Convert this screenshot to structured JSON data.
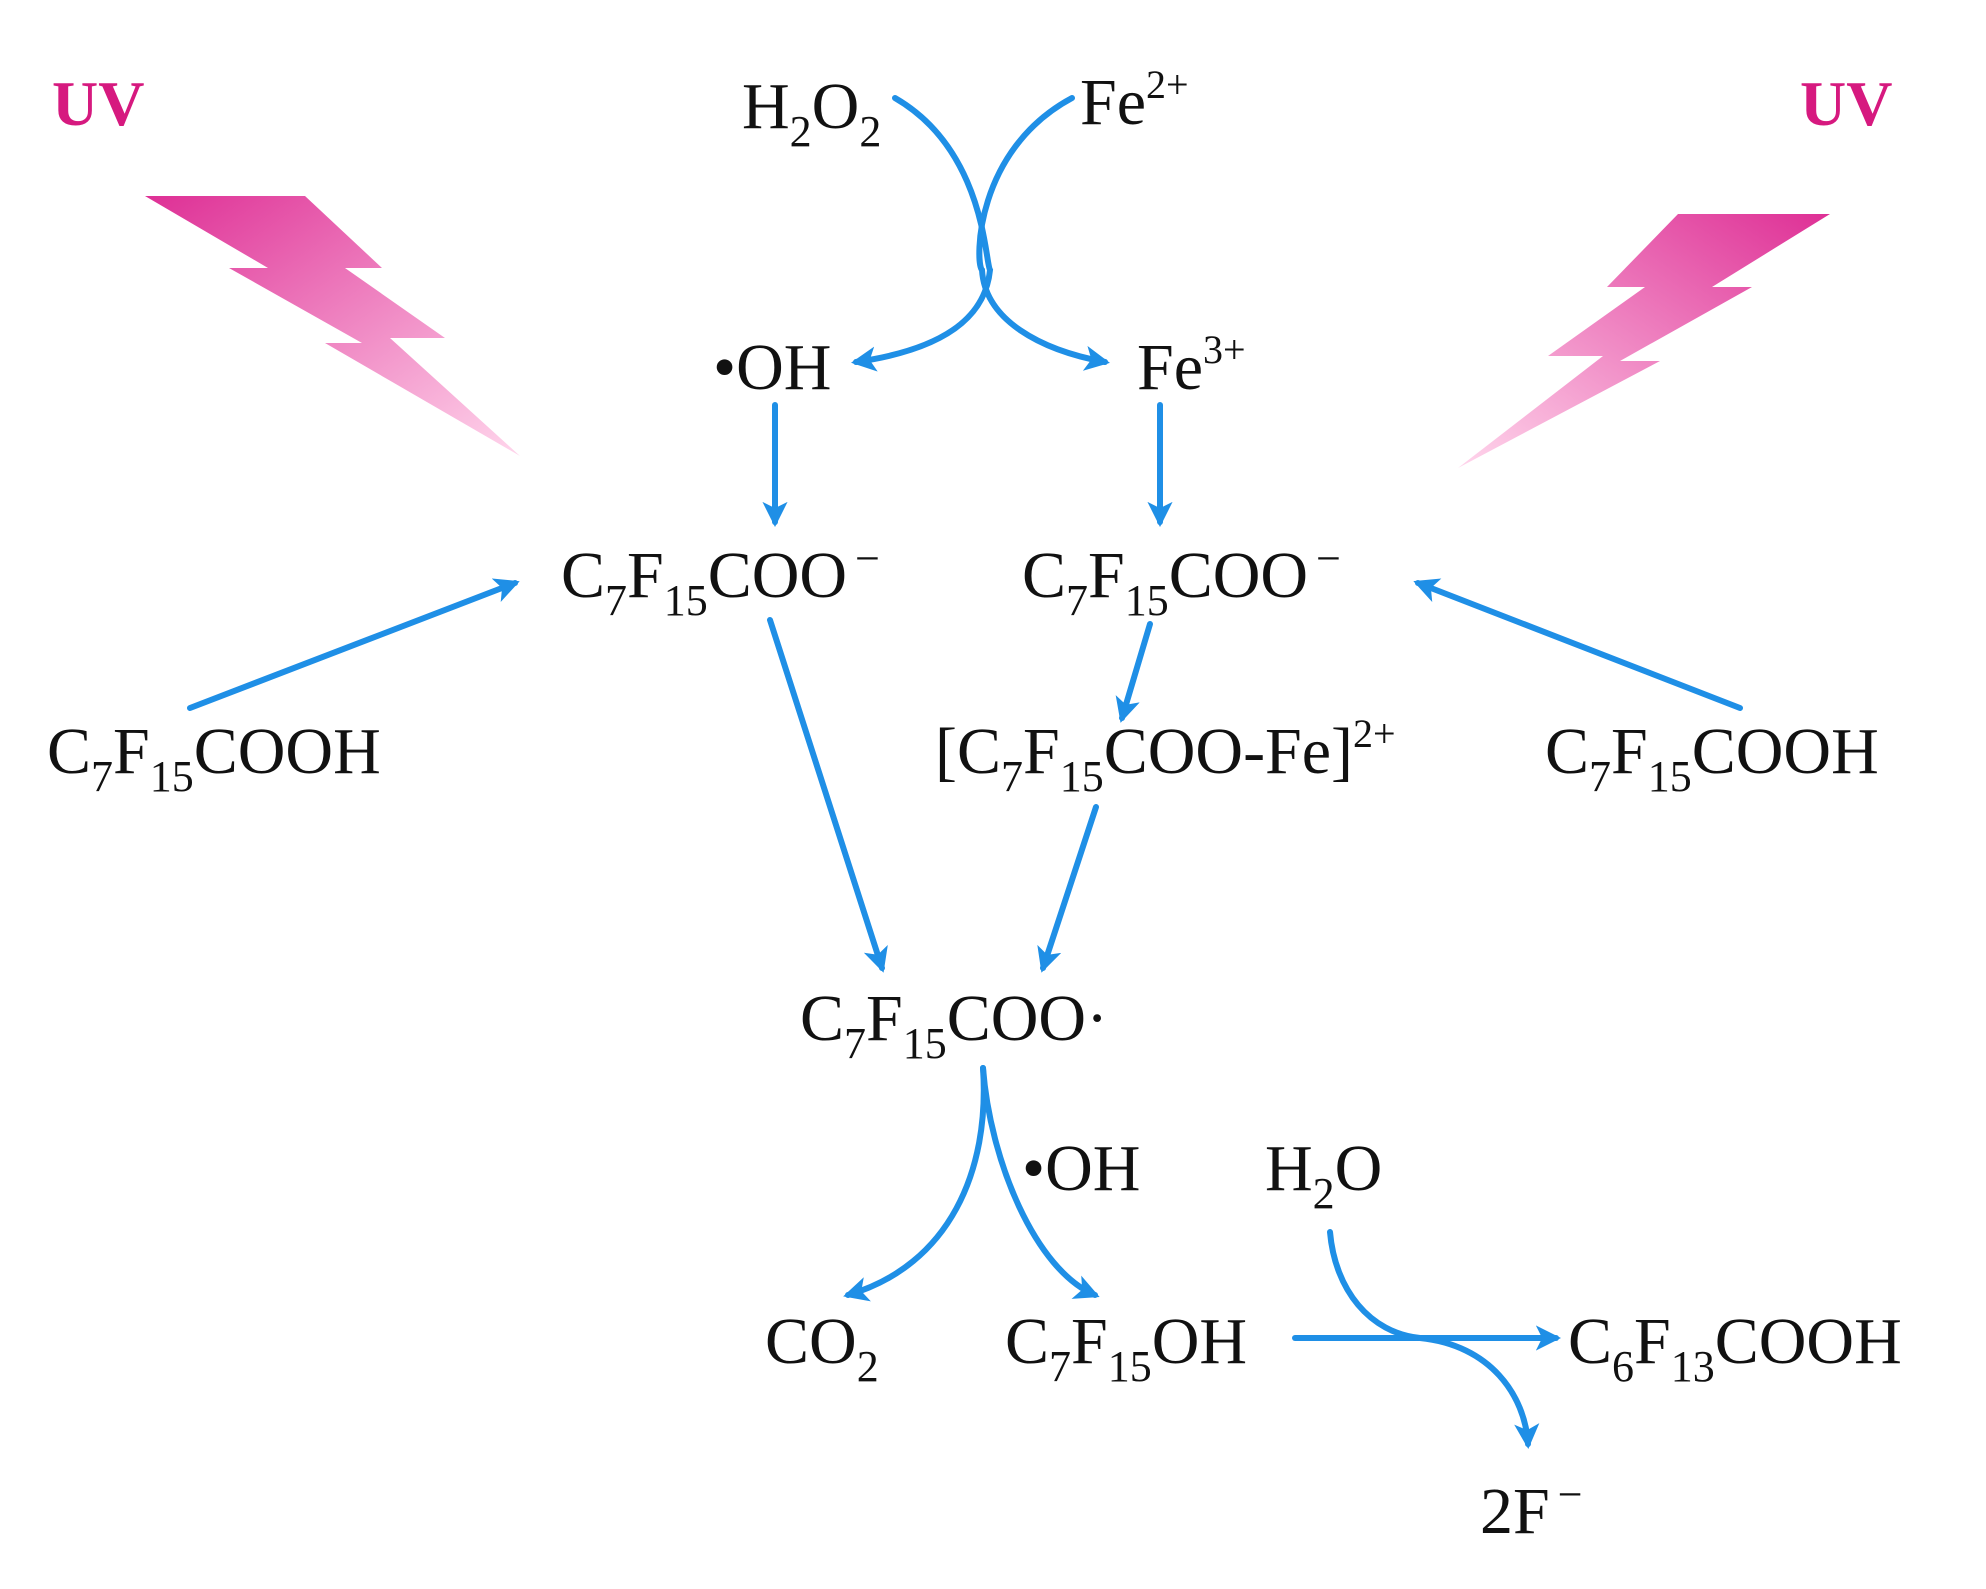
{
  "colors": {
    "arrow": "#1f8fe6",
    "uv": "#d6197f",
    "bolt_dark": "#de2f95",
    "bolt_light": "#ffd6ec"
  },
  "uv_labels": {
    "left": "UV",
    "right": "UV"
  },
  "icons": {
    "left_uv": "lightning-bolt-icon",
    "right_uv": "lightning-bolt-icon"
  },
  "species": {
    "h2o2": {
      "base": "H",
      "sub1": "2",
      "mid": "O",
      "sub2": "2"
    },
    "fe2": {
      "base": "Fe",
      "sup": "2+"
    },
    "oh_radical": {
      "text": "•OH"
    },
    "fe3": {
      "base": "Fe",
      "sup": "3+"
    },
    "anion_left": {
      "c": "C",
      "c_sub": "7",
      "f": "F",
      "f_sub": "15",
      "rest": "COO",
      "sup": "−"
    },
    "anion_right": {
      "c": "C",
      "c_sub": "7",
      "f": "F",
      "f_sub": "15",
      "rest": "COO",
      "sup": "−"
    },
    "acid_left": {
      "c": "C",
      "c_sub": "7",
      "f": "F",
      "f_sub": "15",
      "rest": "COOH"
    },
    "complex": {
      "open": "[C",
      "c_sub": "7",
      "f": "F",
      "f_sub": "15",
      "rest": "COO-Fe]",
      "sup": "2+"
    },
    "acid_right": {
      "c": "C",
      "c_sub": "7",
      "f": "F",
      "f_sub": "15",
      "rest": "COOH"
    },
    "radical": {
      "c": "C",
      "c_sub": "7",
      "f": "F",
      "f_sub": "15",
      "rest": "COO·"
    },
    "oh_radical_2": {
      "text": "•OH"
    },
    "water": {
      "base": "H",
      "sub": "2",
      "rest": "O"
    },
    "co2": {
      "base": "CO",
      "sub": "2"
    },
    "alcohol": {
      "c": "C",
      "c_sub": "7",
      "f": "F",
      "f_sub": "15",
      "rest": "OH"
    },
    "product_acid": {
      "c": "C",
      "c_sub": "6",
      "f": "F",
      "f_sub": "13",
      "rest": "COOH"
    },
    "fluoride": {
      "base": "2F",
      "sup": "−"
    }
  }
}
